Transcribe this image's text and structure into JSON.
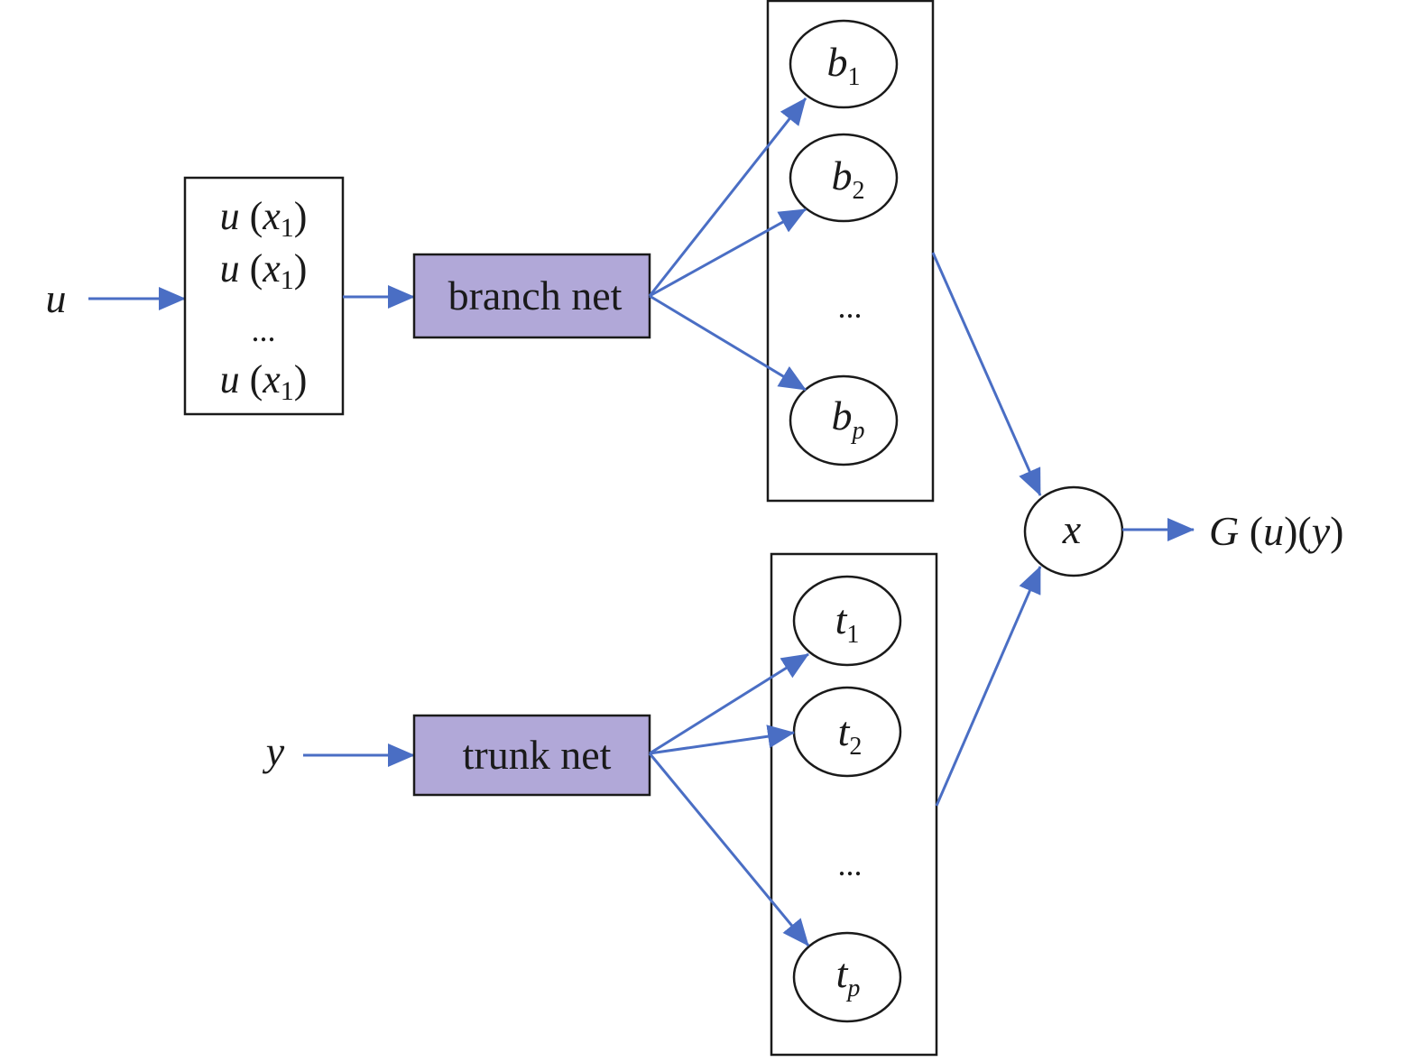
{
  "colors": {
    "arrow": "#4a6ec4",
    "net_fill": "#b1a8d8",
    "stroke": "#1a1a1a",
    "background": "#ffffff"
  },
  "inputs": {
    "u": "u",
    "y": "y"
  },
  "sensor_box": {
    "rows": [
      {
        "fn": "u",
        "open": " (",
        "var": "x",
        "sub": "1",
        "close": ")"
      },
      {
        "fn": "u",
        "open": " (",
        "var": "x",
        "sub": "1",
        "close": ")"
      },
      {
        "ellipsis": "..."
      },
      {
        "fn": "u",
        "open": " (",
        "var": "x",
        "sub": "1",
        "close": ")"
      }
    ]
  },
  "branch_net": {
    "label": "branch net"
  },
  "trunk_net": {
    "label": "trunk net"
  },
  "branch_outputs": {
    "nodes": [
      {
        "base": "b",
        "sub": "1"
      },
      {
        "base": "b",
        "sub": "2"
      },
      {
        "base": "b",
        "sub": "p"
      }
    ],
    "ellipsis": "..."
  },
  "trunk_outputs": {
    "nodes": [
      {
        "base": "t",
        "sub": "1"
      },
      {
        "base": "t",
        "sub": "2"
      },
      {
        "base": "t",
        "sub": "p"
      }
    ],
    "ellipsis": "..."
  },
  "product_node": {
    "label": "x"
  },
  "output": {
    "G": "G",
    "open1": " (",
    "u": "u",
    "mid": ")(",
    "y": "y",
    "close": ")"
  }
}
